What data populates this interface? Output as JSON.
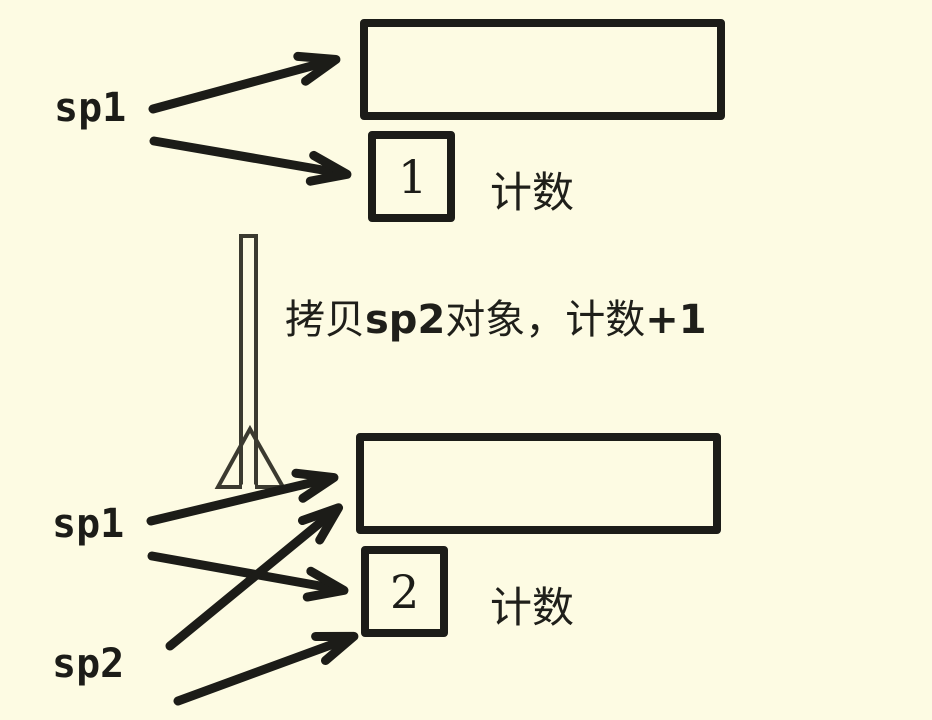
{
  "diagram": {
    "title": "shared_ptr reference count copy diagram",
    "background_color": "#fdfbe3",
    "ink_color": "#1c1c18",
    "states": [
      {
        "id": "before",
        "pointers": [
          {
            "name": "sp1",
            "label": "sp1"
          }
        ],
        "object_block": {
          "label": ""
        },
        "count_box": {
          "value": "1"
        },
        "count_caption": "计数"
      },
      {
        "id": "after",
        "pointers": [
          {
            "name": "sp1",
            "label": "sp1"
          },
          {
            "name": "sp2",
            "label": "sp2"
          }
        ],
        "object_block": {
          "label": ""
        },
        "count_box": {
          "value": "2"
        },
        "count_caption": "计数"
      }
    ],
    "transition": {
      "arrow": "down-block-arrow",
      "caption_parts": {
        "prefix": "拷贝",
        "emphasis_one": "sp2",
        "middle": "对象，计数",
        "emphasis_two": "+1"
      },
      "caption_full": "拷贝sp2对象，计数+1"
    }
  }
}
